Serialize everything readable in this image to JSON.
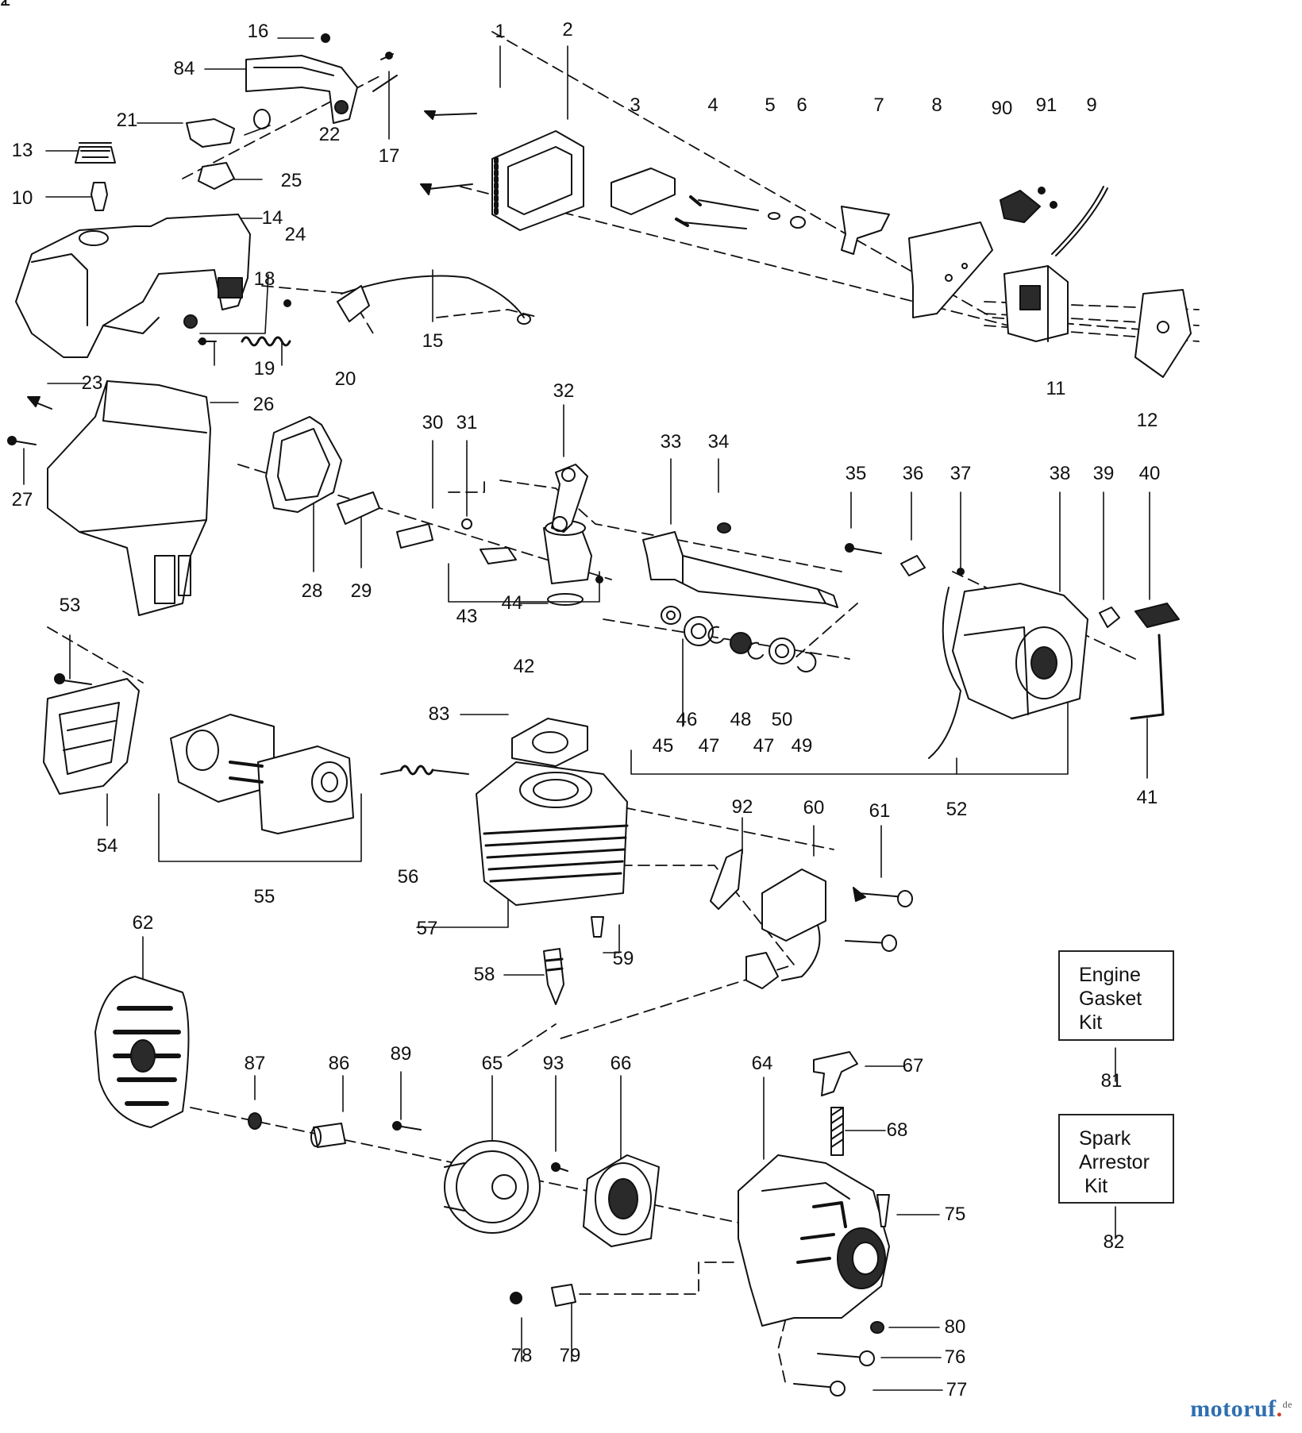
{
  "diagram": {
    "part_numbers": [
      "1",
      "2",
      "3",
      "4",
      "5",
      "6",
      "7",
      "8",
      "90",
      "91",
      "9",
      "16",
      "84",
      "21",
      "22",
      "17",
      "13",
      "25",
      "10",
      "14",
      "24",
      "18",
      "15",
      "19",
      "20",
      "11",
      "12",
      "23",
      "26",
      "27",
      "28",
      "29",
      "30",
      "31",
      "32",
      "33",
      "34",
      "35",
      "36",
      "37",
      "38",
      "39",
      "40",
      "43",
      "44",
      "42",
      "45",
      "46",
      "47",
      "48",
      "47",
      "50",
      "49",
      "52",
      "41",
      "53",
      "54",
      "83",
      "55",
      "56",
      "92",
      "60",
      "61",
      "57",
      "59",
      "58",
      "62",
      "87",
      "86",
      "89",
      "65",
      "93",
      "66",
      "64",
      "67",
      "68",
      "75",
      "80",
      "76",
      "77",
      "78",
      "79",
      "81",
      "82"
    ],
    "kits": [
      {
        "lines": [
          "Engine",
          "Gasket",
          "Kit"
        ],
        "number": "81"
      },
      {
        "lines": [
          "Spark",
          "Arrestor",
          " Kit"
        ],
        "number": "82"
      }
    ]
  },
  "watermark": {
    "main": "motoruf",
    "accent": ".",
    "suffix": "de"
  },
  "colors": {
    "line": "#111111",
    "fill": "#ffffff",
    "shade": "#2a2a2a",
    "watermark_blue": "#2e6fb0",
    "watermark_red": "#c7412c"
  },
  "icons": [
    "exploded-view-part"
  ]
}
